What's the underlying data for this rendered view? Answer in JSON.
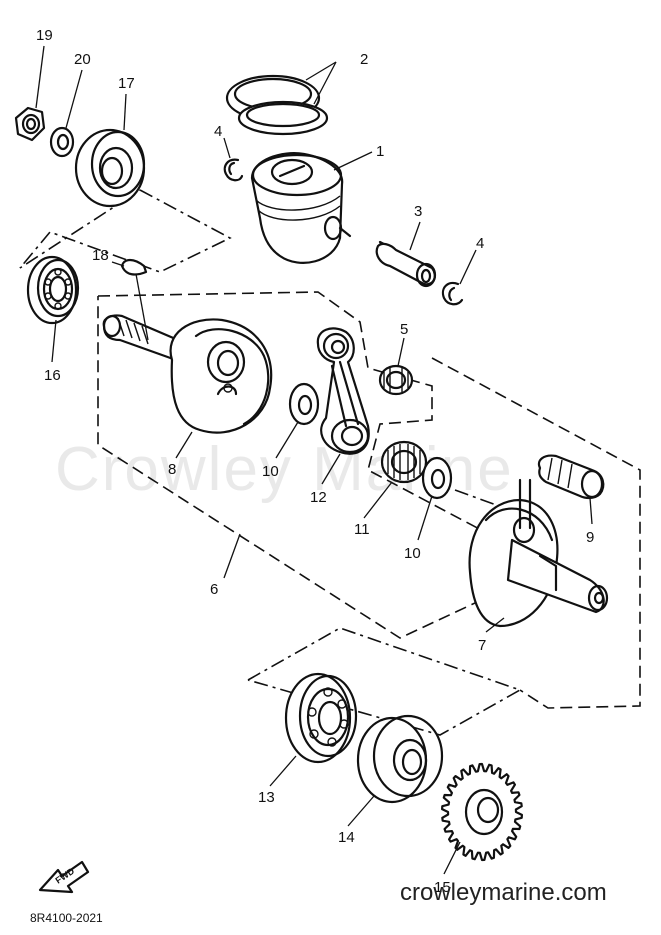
{
  "watermark": "Crowley Marine",
  "site_label": "crowleymarine.com",
  "drawing_code": "8R4100-2021",
  "fwd_label": "FWD",
  "callouts": {
    "c1": "1",
    "c2": "2",
    "c3": "3",
    "c4a": "4",
    "c4b": "4",
    "c5": "5",
    "c6": "6",
    "c7": "7",
    "c8": "8",
    "c9": "9",
    "c10a": "10",
    "c10b": "10",
    "c11": "11",
    "c12": "12",
    "c13": "13",
    "c14": "14",
    "c15": "15",
    "c16": "16",
    "c17": "17",
    "c18": "18",
    "c19": "19",
    "c20": "20"
  },
  "icons": [
    "fwd-arrow-icon"
  ]
}
